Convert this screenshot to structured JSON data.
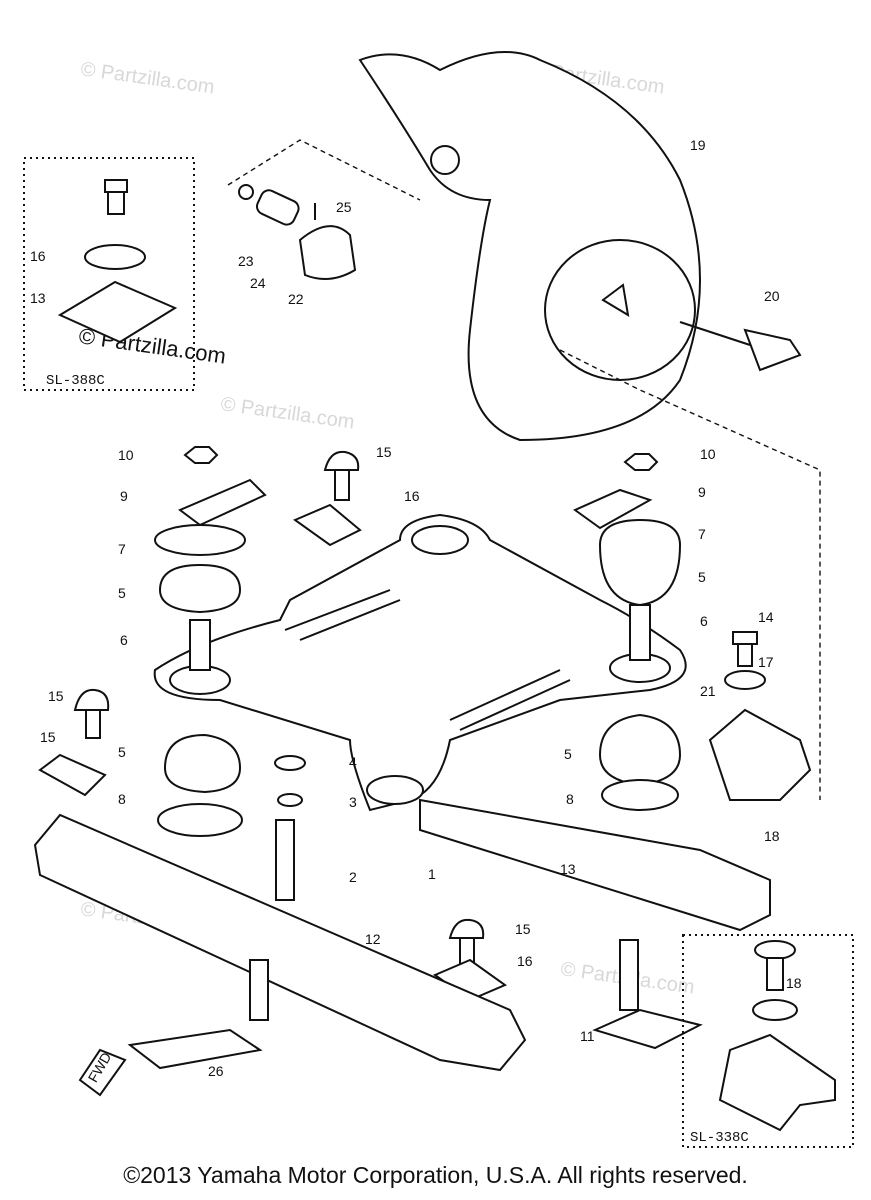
{
  "diagram": {
    "callouts": [
      "19",
      "25",
      "23",
      "24",
      "22",
      "20",
      "16",
      "13",
      "10",
      "15",
      "10",
      "9",
      "16",
      "9",
      "7",
      "7",
      "5",
      "5",
      "6",
      "6",
      "14",
      "17",
      "15",
      "21",
      "5",
      "5",
      "4",
      "8",
      "8",
      "3",
      "18",
      "1",
      "2",
      "13",
      "15",
      "12",
      "16",
      "11",
      "26",
      "18",
      "15"
    ],
    "inset_labels": [
      "SL-388C",
      "SL-338C"
    ],
    "fwd_label": "FWD",
    "watermark": "© Partzilla.com"
  },
  "footer": {
    "copyright": "©2013 Yamaha Motor Corporation, U.S.A. All rights reserved."
  }
}
